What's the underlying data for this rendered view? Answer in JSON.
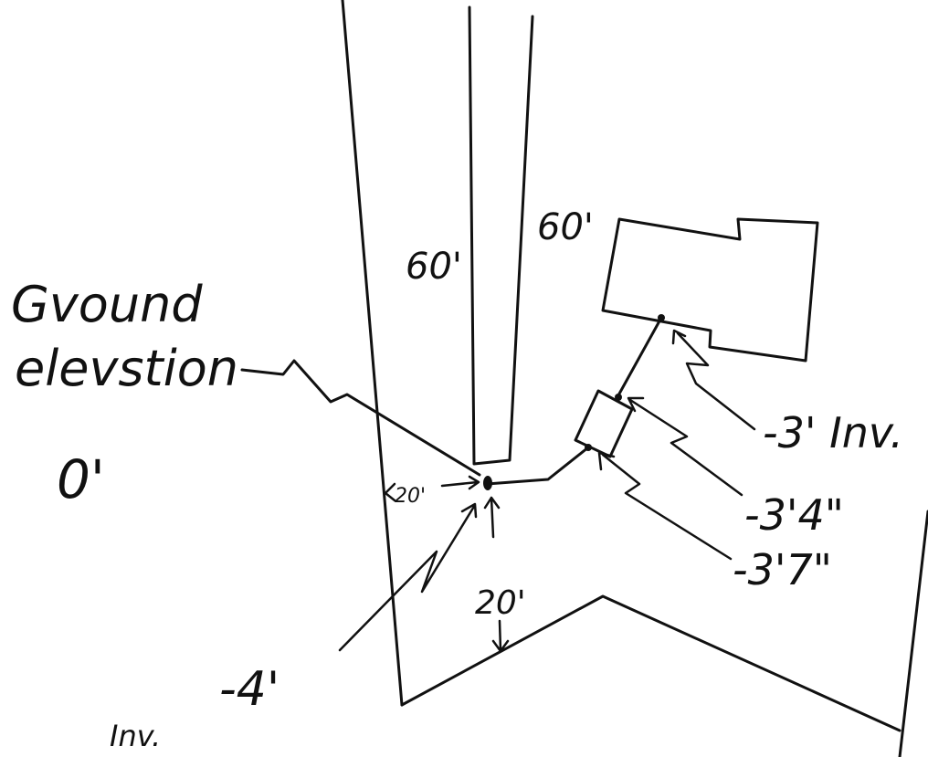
{
  "labels": {
    "ground_line1": "Gvound",
    "ground_line2": "elevstion",
    "ground_value": "0'",
    "width_left": "60'",
    "width_right": "60'",
    "setback_side": "20'",
    "setback_front": "20'",
    "inv_house": "-3' Inv.",
    "inv_box_top": "-3'4\"",
    "inv_box_bottom": "-3'7\"",
    "inv_cleanout": "-4'",
    "inv_cleanout_suffix": "Inv."
  },
  "colors": {
    "ink": "#111111",
    "paper": "#ffffff"
  }
}
